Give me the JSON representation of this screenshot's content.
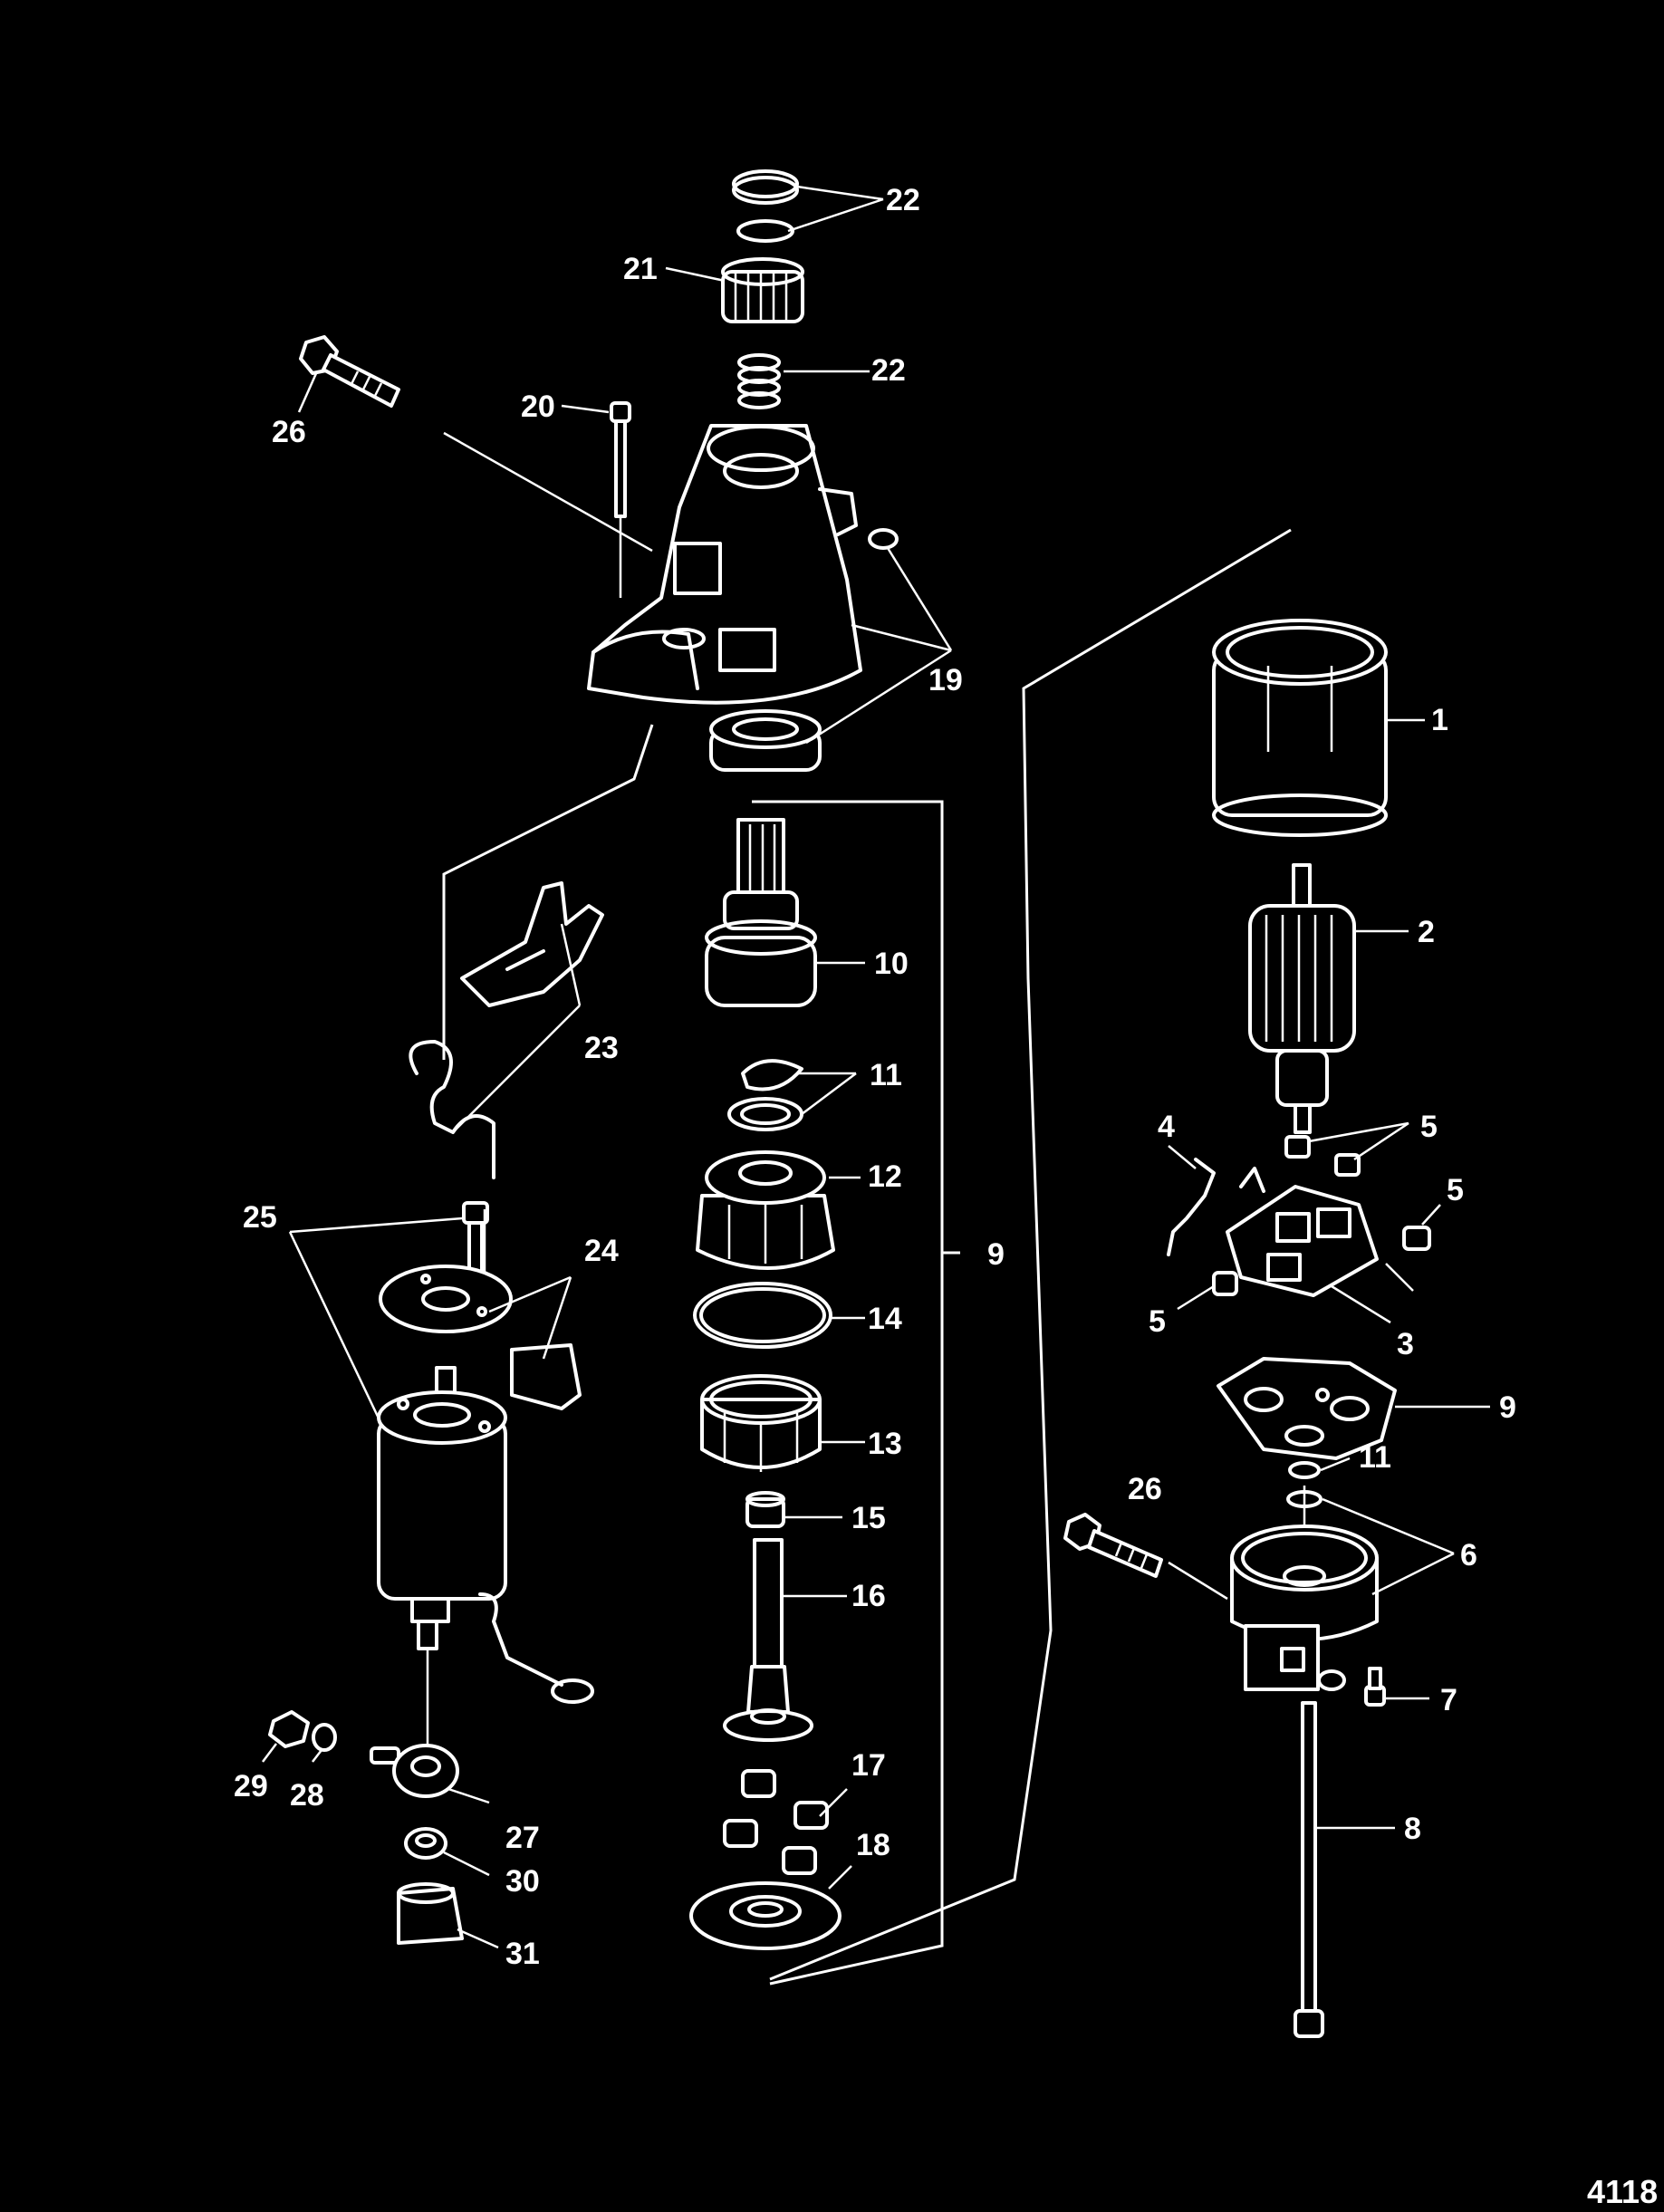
{
  "diagram": {
    "figure_number": "4118",
    "callouts": {
      "c1": "1",
      "c2": "2",
      "c3": "3",
      "c4": "4",
      "c5a": "5",
      "c5b": "5",
      "c5c": "5",
      "c6": "6",
      "c7": "7",
      "c8": "8",
      "c9_main": "9",
      "c9_right": "9",
      "c10": "10",
      "c11_main": "11",
      "c11_right": "11",
      "c12": "12",
      "c13": "13",
      "c14": "14",
      "c15": "15",
      "c16": "16",
      "c17": "17",
      "c18": "18",
      "c19": "19",
      "c20": "20",
      "c21": "21",
      "c22a": "22",
      "c22b": "22",
      "c23": "23",
      "c24": "24",
      "c25": "25",
      "c26_left": "26",
      "c26_right": "26",
      "c27": "27",
      "c28": "28",
      "c29": "29",
      "c30": "30",
      "c31": "31"
    }
  },
  "colors": {
    "background": "#000000",
    "linework": "#ffffff"
  }
}
